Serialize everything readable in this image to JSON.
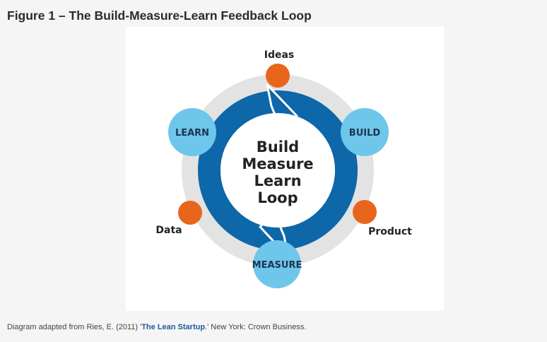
{
  "figure": {
    "title": "Figure 1 – The Build-Measure-Learn Feedback Loop"
  },
  "diagram": {
    "center_lines": [
      "Build",
      "Measure",
      "Learn",
      "Loop"
    ],
    "nodes": {
      "learn": "LEARN",
      "build": "BUILD",
      "measure": "MEASURE"
    },
    "outputs": {
      "ideas": "Ideas",
      "product": "Product",
      "data": "Data"
    },
    "colors": {
      "ring_grey": "#e3e3e3",
      "loop_blue": "#0d67a9",
      "node_light_blue": "#6ec6ea",
      "output_orange": "#e8661c"
    }
  },
  "caption": {
    "prefix": "Diagram adapted from Ries, E. (2011) '",
    "book_title": "The Lean Startup",
    "suffix": ".' New York: Crown Business."
  }
}
